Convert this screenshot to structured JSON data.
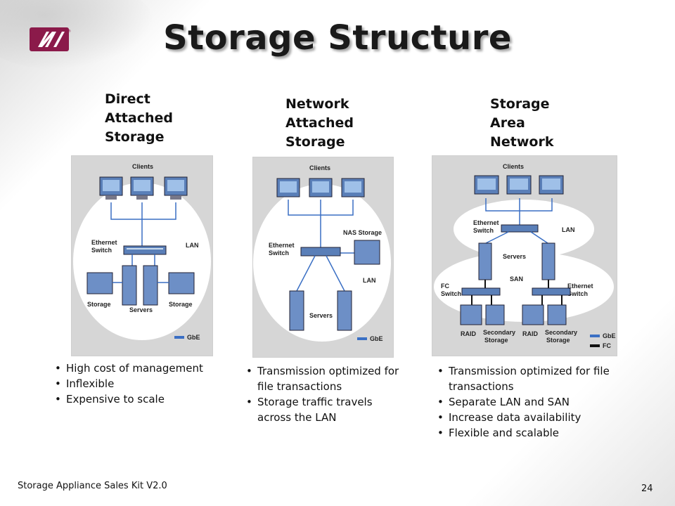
{
  "slide": {
    "title": "Storage Structure",
    "footer": "Storage Appliance Sales Kit V2.0",
    "page_number": "24"
  },
  "columns": [
    {
      "heading": [
        "Direct",
        "Attached",
        "Storage"
      ],
      "diagram": {
        "labels": {
          "clients": "Clients",
          "switch_1": "Ethernet",
          "switch_2": "Switch",
          "lan": "LAN",
          "storage_left": "Storage",
          "servers": "Servers",
          "storage_right": "Storage",
          "legend": "GbE"
        }
      },
      "bullets": [
        "High cost of management",
        "Inflexible",
        "Expensive to scale"
      ]
    },
    {
      "heading": [
        "Network",
        "Attached",
        "Storage"
      ],
      "diagram": {
        "labels": {
          "clients": "Clients",
          "nas": "NAS Storage",
          "switch_1": "Ethernet",
          "switch_2": "Switch",
          "lan": "LAN",
          "servers": "Servers",
          "legend": "GbE"
        }
      },
      "bullets": [
        "Transmission optimized for file transactions",
        "Storage traffic travels across the LAN"
      ]
    },
    {
      "heading": [
        "Storage",
        "Area",
        "Network"
      ],
      "diagram": {
        "labels": {
          "clients": "Clients",
          "switch_1": "Ethernet",
          "switch_2": "Switch",
          "lan": "LAN",
          "servers": "Servers",
          "san": "SAN",
          "fc_1": "FC",
          "fc_2": "Switch",
          "eth_1": "Ethernet",
          "eth_2": "Switch",
          "raid_1": "RAID",
          "secondary_1a": "Secondary",
          "secondary_1b": "Storage",
          "raid_2": "RAID",
          "secondary_2a": "Secondary",
          "secondary_2b": "Storage",
          "legend_1": "GbE",
          "legend_2": "FC"
        }
      },
      "bullets": [
        "Transmission optimized for file transactions",
        "Separate LAN and SAN",
        "Increase data availability",
        "Flexible and scalable"
      ]
    }
  ],
  "colors": {
    "logo": "#8b1a4a",
    "diagram_bg": "#d6d6d6",
    "cloud": "#ffffff",
    "device": "#5a7fb8",
    "legend_gbe": "#3a6fc4"
  }
}
